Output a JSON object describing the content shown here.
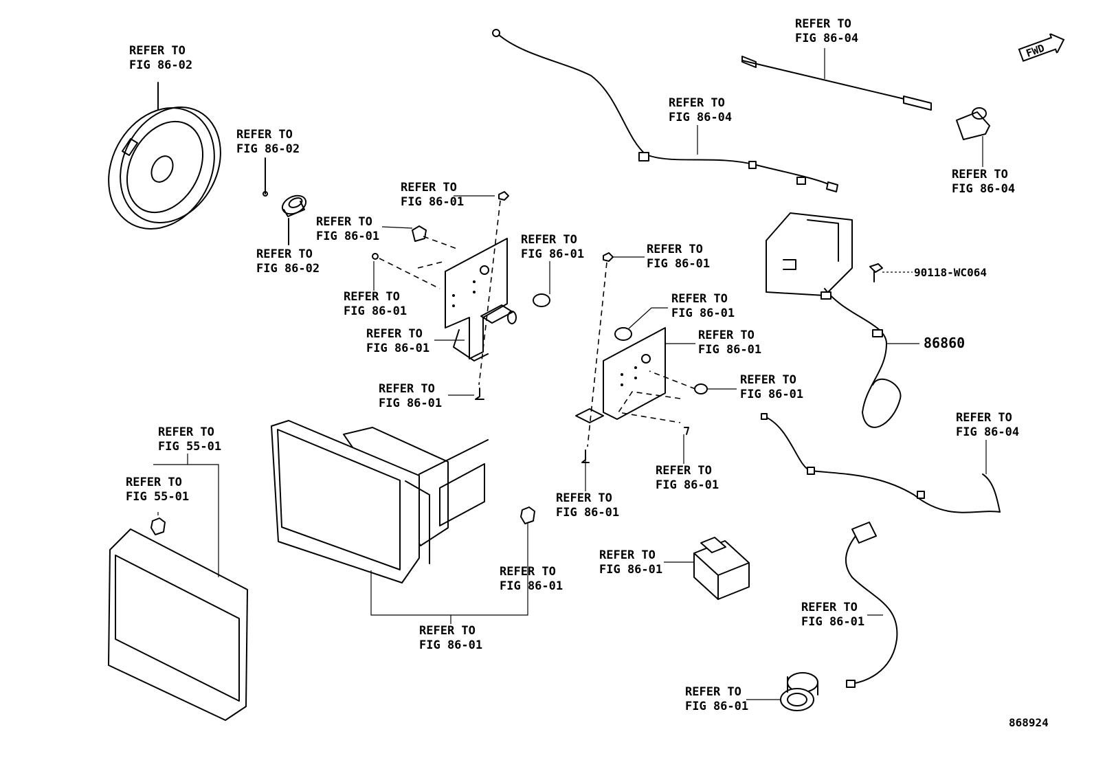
{
  "ref_label_line1": "REFER TO",
  "fig_86_01": "FIG 86-01",
  "fig_86_02": "FIG 86-02",
  "fig_86_04": "FIG 86-04",
  "fig_55_01": "FIG 55-01",
  "part_90118": "90118-WC064",
  "part_86860": "86860",
  "fwd_label": "FWD",
  "diagram_id": "868924"
}
